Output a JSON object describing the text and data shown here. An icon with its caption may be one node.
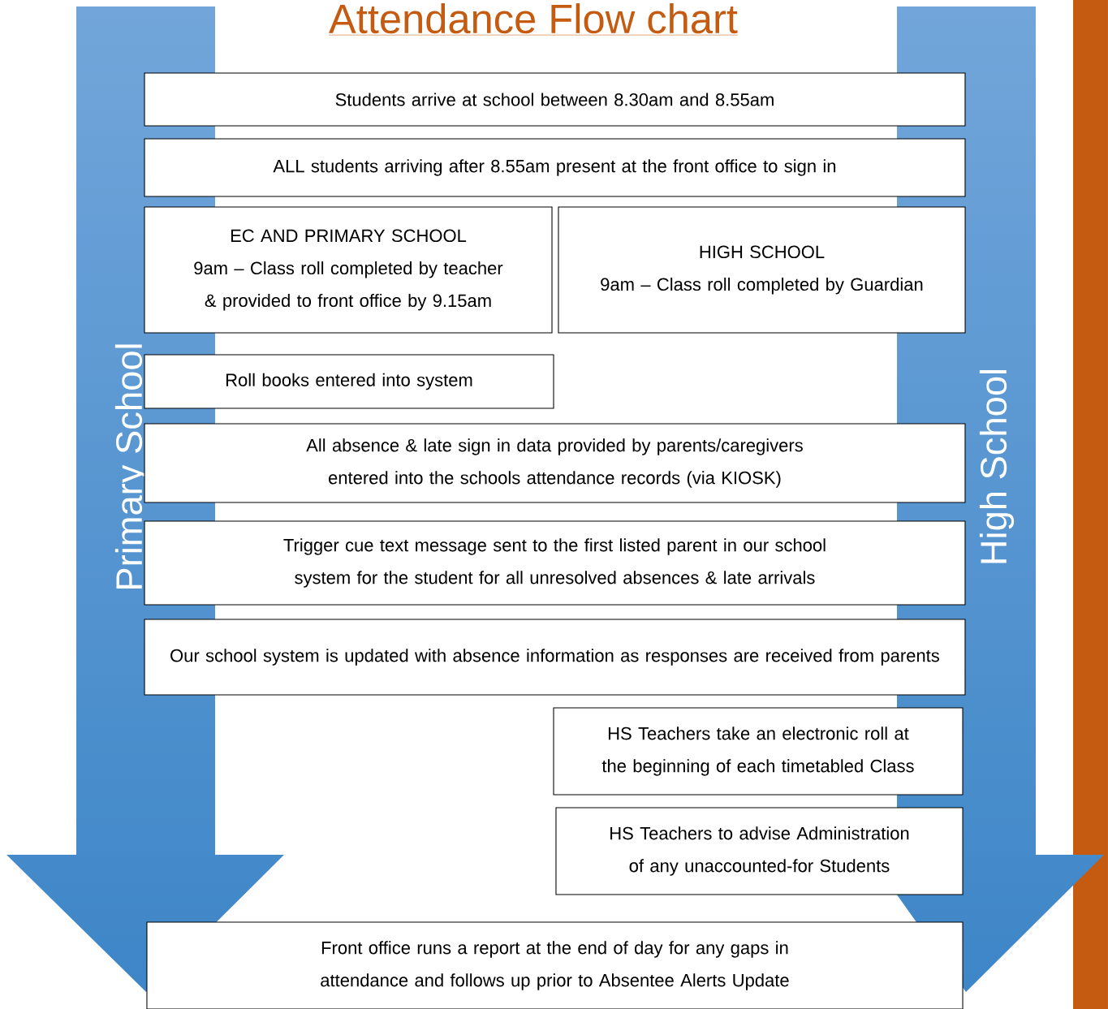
{
  "diagram": {
    "title": "Attendance Flow chart",
    "nodes": [
      {
        "text": [],
        "shape": "bar"
      },
      {
        "text": [
          "Primary School"
        ]
      },
      {
        "text": [
          "High School"
        ]
      },
      {
        "text": [
          "Students arrive at school between 8.30am and 8.55am"
        ]
      },
      {
        "text": [
          "ALL students arriving after 8.55am present at the front office to sign in"
        ]
      },
      {
        "text": [
          "EC AND PRIMARY SCHOOL",
          "9am – Class roll completed by teacher & provided to front office by 9.15am"
        ]
      },
      {
        "text": [
          "HIGH SCHOOL",
          "9am – Class roll completed by Guardian"
        ]
      },
      {
        "text": [
          "Roll books entered into system"
        ]
      },
      {
        "text": [
          "All absence & late sign in data provided by parents/caregivers entered into the schools attendance records (via KIOSK)"
        ]
      },
      {
        "text": [
          "Trigger cue text message sent to the first listed parent in our school system for the student for all unresolved absences & late arrivals"
        ]
      },
      {
        "text": [
          "Our school system is updated with absence information as responses are received from parents"
        ]
      },
      {
        "text": [
          "HS Teachers take an electronic roll at the beginning of each timetabled Class"
        ]
      },
      {
        "text": [
          "HS Teachers to advise Administration of any unaccounted-for Students"
        ]
      },
      {
        "text": [
          "Front office runs a report at the end of day for any gaps in attendance and follows up prior to Absentee Alerts Update"
        ]
      }
    ]
  }
}
